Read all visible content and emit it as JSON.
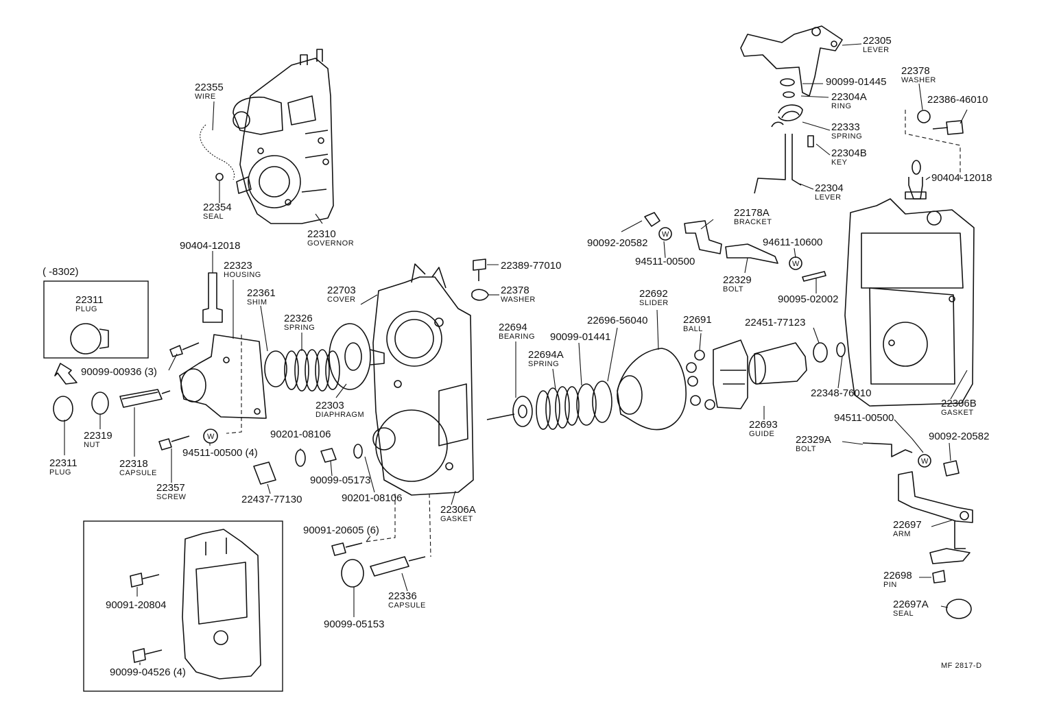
{
  "callouts": [
    {
      "id": "22305",
      "name": "LEVER"
    },
    {
      "id": "90099-01445",
      "name": ""
    },
    {
      "id": "22304A",
      "name": "RING"
    },
    {
      "id": "22333",
      "name": "SPRING"
    },
    {
      "id": "22304B",
      "name": "KEY"
    },
    {
      "id": "22304",
      "name": "LEVER"
    },
    {
      "id": "22378",
      "name": "WASHER"
    },
    {
      "id": "22386-46010",
      "name": ""
    },
    {
      "id": "90404-12018",
      "name": ""
    },
    {
      "id": "22355",
      "name": "WIRE"
    },
    {
      "id": "22354",
      "name": "SEAL"
    },
    {
      "id": "22310",
      "name": "GOVERNOR"
    },
    {
      "id": "90404-12018",
      "name": ""
    },
    {
      "id": "22323",
      "name": "HOUSING"
    },
    {
      "id": "22361",
      "name": "SHIM"
    },
    {
      "id": "22326",
      "name": "SPRING"
    },
    {
      "id": "22703",
      "name": "COVER"
    },
    {
      "id": "22389-77010",
      "name": ""
    },
    {
      "id": "22378",
      "name": "WASHER"
    },
    {
      "id": "22178A",
      "name": "BRACKET"
    },
    {
      "id": "90092-20582",
      "name": ""
    },
    {
      "id": "94511-00500",
      "name": ""
    },
    {
      "id": "94611-10600",
      "name": ""
    },
    {
      "id": "22329",
      "name": "BOLT"
    },
    {
      "id": "90095-02002",
      "name": ""
    },
    {
      "id": "22311",
      "name": "PLUG"
    },
    {
      "id": "90099-00936 (3)",
      "name": ""
    },
    {
      "id": "22303",
      "name": "DIAPHRAGM"
    },
    {
      "id": "22694",
      "name": "BEARING"
    },
    {
      "id": "22694A",
      "name": "SPRING"
    },
    {
      "id": "90099-01441",
      "name": ""
    },
    {
      "id": "22696-56040",
      "name": ""
    },
    {
      "id": "22692",
      "name": "SLIDER"
    },
    {
      "id": "22691",
      "name": "BALL"
    },
    {
      "id": "22451-77123",
      "name": ""
    },
    {
      "id": "22348-76010",
      "name": ""
    },
    {
      "id": "22306B",
      "name": "GASKET"
    },
    {
      "id": "22693",
      "name": "GUIDE"
    },
    {
      "id": "22311",
      "name": "PLUG"
    },
    {
      "id": "22319",
      "name": "NUT"
    },
    {
      "id": "22318",
      "name": "CAPSULE"
    },
    {
      "id": "94511-00500 (4)",
      "name": ""
    },
    {
      "id": "22357",
      "name": "SCREW"
    },
    {
      "id": "90201-08106",
      "name": ""
    },
    {
      "id": "90099-05173",
      "name": ""
    },
    {
      "id": "22437-77130",
      "name": ""
    },
    {
      "id": "90201-08106",
      "name": ""
    },
    {
      "id": "22306A",
      "name": "GASKET"
    },
    {
      "id": "94511-00500",
      "name": ""
    },
    {
      "id": "22329A",
      "name": "BOLT"
    },
    {
      "id": "90092-20582",
      "name": ""
    },
    {
      "id": "22697",
      "name": "ARM"
    },
    {
      "id": "22698",
      "name": "PIN"
    },
    {
      "id": "22697A",
      "name": "SEAL"
    },
    {
      "id": "90091-20605 (6)",
      "name": ""
    },
    {
      "id": "22336",
      "name": "CAPSULE"
    },
    {
      "id": "90099-05153",
      "name": ""
    },
    {
      "id": "90091-20804",
      "name": ""
    },
    {
      "id": "90099-04526 (4)",
      "name": ""
    }
  ],
  "inset_range": "(        -8302)",
  "washer_mark": "W",
  "figure_code": "MF 2817-D"
}
